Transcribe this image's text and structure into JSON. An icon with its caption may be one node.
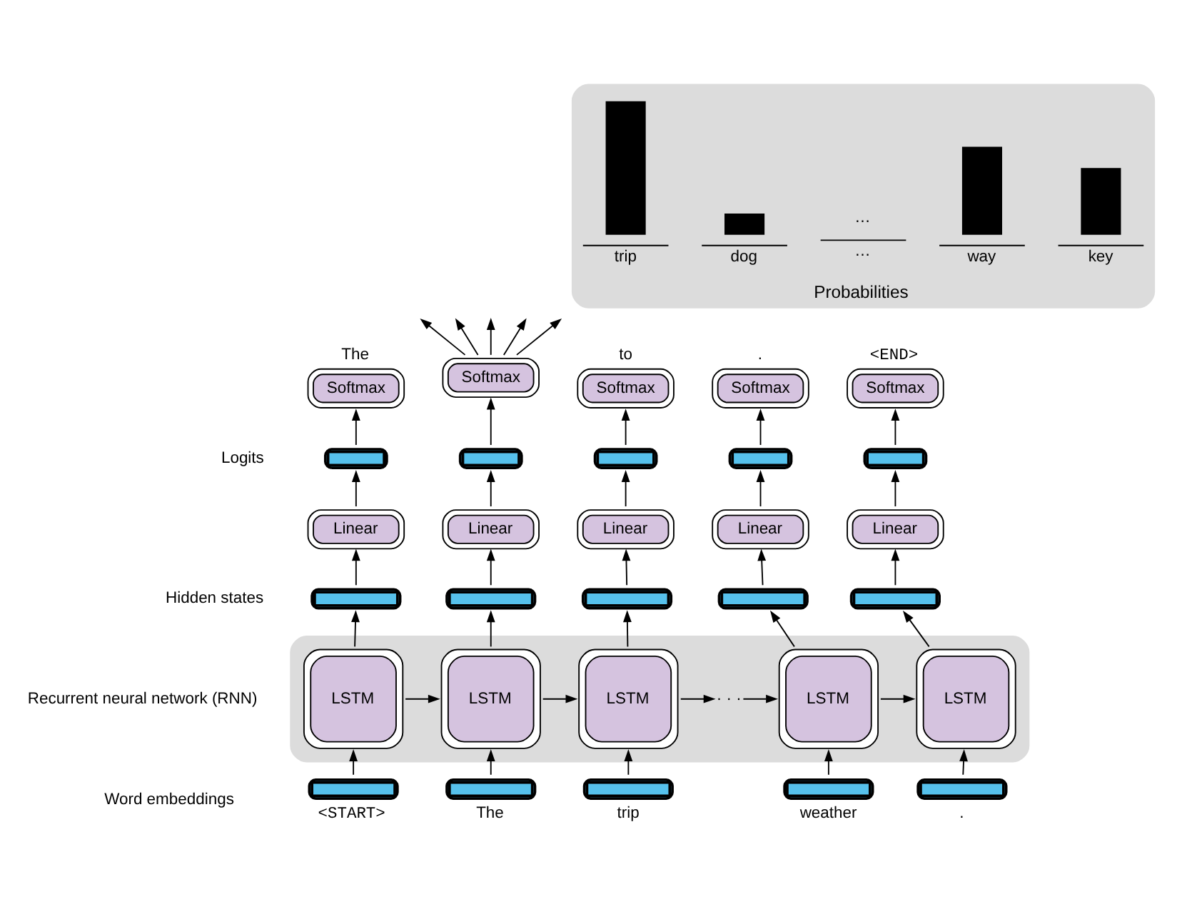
{
  "diagram": {
    "nodes": [
      {
        "text": [
          "Probabilities"
        ]
      },
      {
        "text": [],
        "shape": "bar",
        "in": 0,
        "beside": [
          "trip"
        ]
      },
      {
        "text": [],
        "shape": "bar",
        "in": 0,
        "beside": [
          "dog"
        ]
      },
      {
        "text": [],
        "shape": "bar",
        "in": 0,
        "beside": [
          "way"
        ]
      },
      {
        "text": [],
        "shape": "bar",
        "in": 0,
        "beside": [
          "key"
        ]
      },
      {
        "text": [
          "Softmax"
        ],
        "beside": [
          "The"
        ]
      },
      {
        "text": [
          "Softmax"
        ]
      },
      {
        "text": [
          "Softmax"
        ],
        "beside": [
          "to"
        ]
      },
      {
        "text": [
          "Softmax"
        ],
        "beside": [
          "."
        ]
      },
      {
        "text": [
          "Softmax"
        ],
        "beside": [
          "<END>"
        ]
      },
      {
        "text": [],
        "shape": "capsule"
      },
      {
        "text": [],
        "shape": "capsule"
      },
      {
        "text": [],
        "shape": "capsule"
      },
      {
        "text": [],
        "shape": "capsule"
      },
      {
        "text": [],
        "shape": "capsule"
      },
      {
        "text": [
          "Linear"
        ]
      },
      {
        "text": [
          "Linear"
        ]
      },
      {
        "text": [
          "Linear"
        ]
      },
      {
        "text": [
          "Linear"
        ]
      },
      {
        "text": [
          "Linear"
        ]
      },
      {
        "text": [],
        "shape": "capsule"
      },
      {
        "text": [],
        "shape": "capsule"
      },
      {
        "text": [],
        "shape": "capsule"
      },
      {
        "text": [],
        "shape": "capsule"
      },
      {
        "text": [],
        "shape": "capsule"
      },
      {
        "text": [],
        "shape": "box"
      },
      {
        "text": [
          "LSTM"
        ],
        "in": 25
      },
      {
        "text": [
          "LSTM"
        ],
        "in": 25
      },
      {
        "text": [
          "LSTM"
        ],
        "in": 25
      },
      {
        "text": [
          "· · ·"
        ],
        "in": 25
      },
      {
        "text": [
          "LSTM"
        ],
        "in": 25
      },
      {
        "text": [
          "LSTM"
        ],
        "in": 25
      },
      {
        "text": [],
        "shape": "capsule",
        "beside": [
          "<START>"
        ]
      },
      {
        "text": [],
        "shape": "capsule",
        "beside": [
          "The"
        ]
      },
      {
        "text": [],
        "shape": "capsule",
        "beside": [
          "trip"
        ]
      },
      {
        "text": [],
        "shape": "capsule",
        "beside": [
          "weather"
        ]
      },
      {
        "text": [],
        "shape": "capsule",
        "beside": [
          "."
        ]
      }
    ],
    "edges": [
      {
        "from": 32,
        "to": 26,
        "arrow": "to"
      },
      {
        "from": 33,
        "to": 27,
        "arrow": "to"
      },
      {
        "from": 34,
        "to": 28,
        "arrow": "to"
      },
      {
        "from": 35,
        "to": 30,
        "arrow": "to"
      },
      {
        "from": 36,
        "to": 31,
        "arrow": "to"
      },
      {
        "from": 26,
        "to": 27,
        "arrow": "to"
      },
      {
        "from": 27,
        "to": 28,
        "arrow": "to"
      },
      {
        "from": 28,
        "to": 29,
        "arrow": "to"
      },
      {
        "from": 29,
        "to": 30,
        "arrow": "to"
      },
      {
        "from": 30,
        "to": 31,
        "arrow": "to"
      },
      {
        "from": 26,
        "to": 20,
        "arrow": "to"
      },
      {
        "from": 27,
        "to": 21,
        "arrow": "to"
      },
      {
        "from": 28,
        "to": 22,
        "arrow": "to"
      },
      {
        "from": 30,
        "to": 23,
        "arrow": "to"
      },
      {
        "from": 31,
        "to": 24,
        "arrow": "to"
      },
      {
        "from": 20,
        "to": 15,
        "arrow": "to"
      },
      {
        "from": 21,
        "to": 16,
        "arrow": "to"
      },
      {
        "from": 22,
        "to": 17,
        "arrow": "to"
      },
      {
        "from": 23,
        "to": 18,
        "arrow": "to"
      },
      {
        "from": 24,
        "to": 19,
        "arrow": "to"
      },
      {
        "from": 15,
        "to": 10,
        "arrow": "to"
      },
      {
        "from": 16,
        "to": 11,
        "arrow": "to"
      },
      {
        "from": 17,
        "to": 12,
        "arrow": "to"
      },
      {
        "from": 18,
        "to": 13,
        "arrow": "to"
      },
      {
        "from": 19,
        "to": 14,
        "arrow": "to"
      },
      {
        "from": 10,
        "to": 5,
        "arrow": "to"
      },
      {
        "from": 11,
        "to": 6,
        "arrow": "to"
      },
      {
        "from": 12,
        "to": 7,
        "arrow": "to"
      },
      {
        "from": 13,
        "to": 8,
        "arrow": "to"
      },
      {
        "from": 14,
        "to": 9,
        "arrow": "to"
      },
      {
        "from": 6,
        "to": null,
        "arrow": "to"
      },
      {
        "from": 6,
        "to": null,
        "arrow": "to"
      },
      {
        "from": 6,
        "to": null,
        "arrow": "to"
      },
      {
        "from": 6,
        "to": null,
        "arrow": "to"
      },
      {
        "from": 6,
        "to": null,
        "arrow": "to"
      }
    ],
    "labels": [
      "…",
      "…",
      "Logits",
      "Hidden states",
      "Recurrent neural network (RNN)",
      "Word embeddings"
    ]
  }
}
